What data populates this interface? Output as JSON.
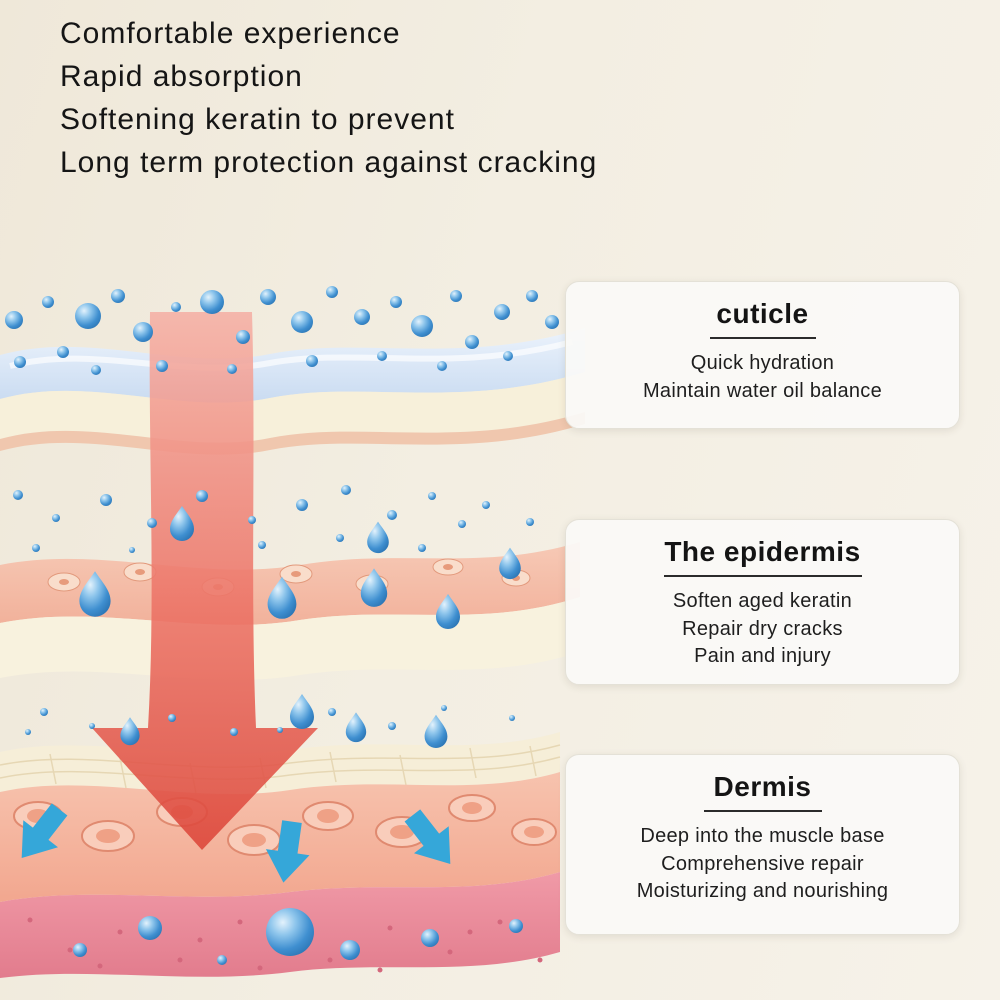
{
  "headline": {
    "lines": [
      "Comfortable experience",
      "Rapid absorption",
      "Softening keratin to prevent",
      "Long term protection against cracking"
    ]
  },
  "cards": [
    {
      "title": "cuticle",
      "lines": [
        "Quick hydration",
        "Maintain water oil balance"
      ]
    },
    {
      "title": "The epidermis",
      "lines": [
        "Soften aged keratin",
        "Repair dry cracks",
        "Pain and injury"
      ]
    },
    {
      "title": "Dermis",
      "lines": [
        "Deep into the muscle base",
        "Comprehensive repair",
        "Moisturizing and nourishing"
      ]
    }
  ],
  "illustration": {
    "colors": {
      "water_droplet": "#3f8fd0",
      "absorption_arrow": "#dc4539",
      "cuticle_layer": "#cddef2",
      "epidermis_layer": "#f6cfba",
      "dermis_cells": "#f2a78f",
      "dermis_base": "#e27c8d",
      "diffusion_arrow": "#35a7d9"
    }
  }
}
